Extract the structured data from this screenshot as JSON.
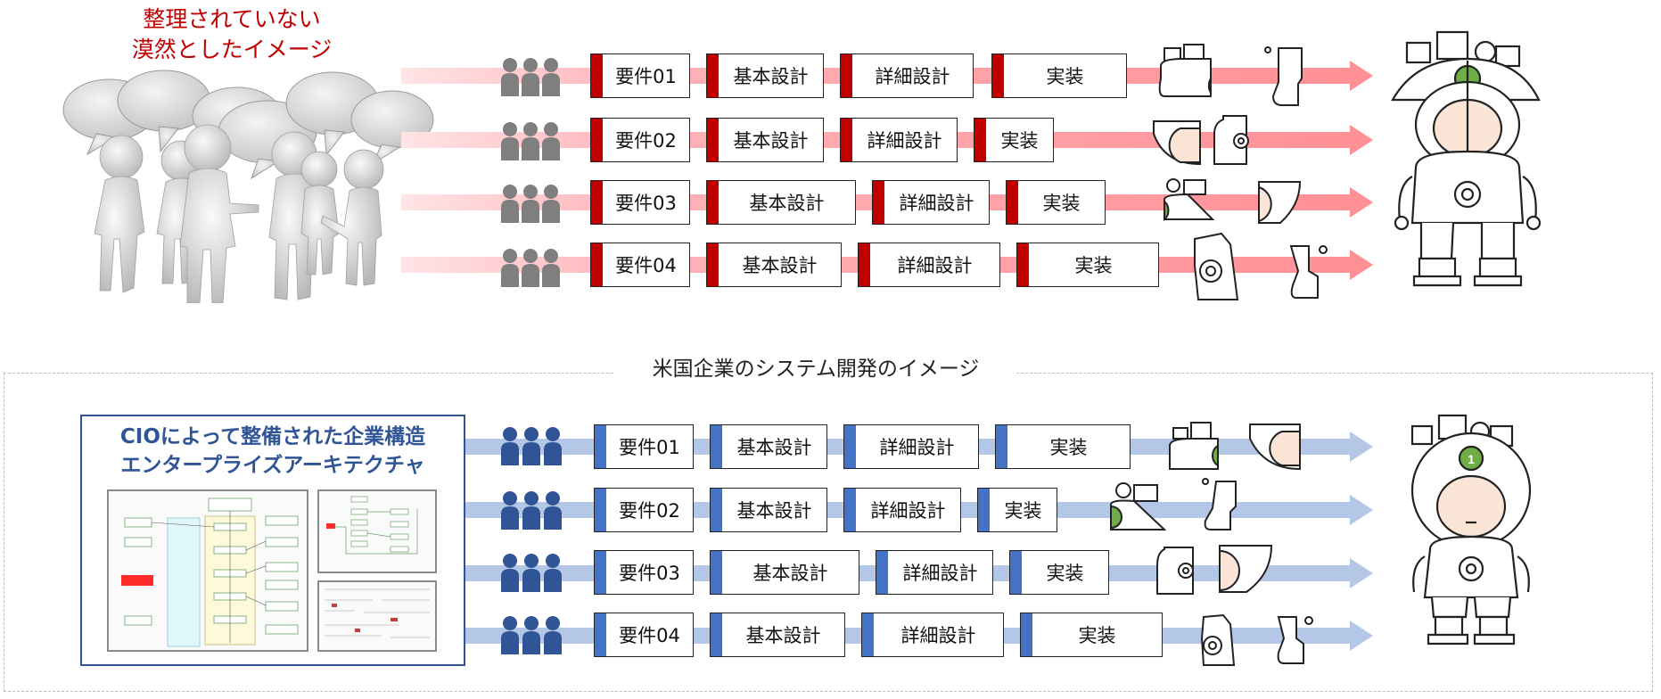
{
  "top": {
    "title_lines": [
      "整理されていない",
      "漠然としたイメージ"
    ],
    "rows": [
      {
        "req": "要件01",
        "basic": "基本設計",
        "detail": "詳細設計",
        "impl": "実装"
      },
      {
        "req": "要件02",
        "basic": "基本設計",
        "detail": "詳細設計",
        "impl": "実装"
      },
      {
        "req": "要件03",
        "basic": "基本設計",
        "detail": "詳細設計",
        "impl": "実装"
      },
      {
        "req": "要件04",
        "basic": "基本設計",
        "detail": "詳細設計",
        "impl": "実装"
      }
    ]
  },
  "bottom": {
    "section_title": "米国企業のシステム開発のイメージ",
    "ea_title_lines": [
      "CIOによって整備された企業構造",
      "エンタープライズアーキテクチャ"
    ],
    "badge_number": "1",
    "rows": [
      {
        "req": "要件01",
        "basic": "基本設計",
        "detail": "詳細設計",
        "impl": "実装"
      },
      {
        "req": "要件02",
        "basic": "基本設計",
        "detail": "詳細設計",
        "impl": "実装"
      },
      {
        "req": "要件03",
        "basic": "基本設計",
        "detail": "詳細設計",
        "impl": "実装"
      },
      {
        "req": "要件04",
        "basic": "基本設計",
        "detail": "詳細設計",
        "impl": "実装"
      }
    ]
  },
  "colors": {
    "red_accent": "#c00000",
    "blue_accent": "#4472c4",
    "red_arrow": "#ff8f95",
    "blue_arrow": "#b4c7e7",
    "people_gray": "#7f7f7f",
    "people_blue": "#2f5597",
    "badge_green": "#70ad47"
  },
  "icons": {
    "people": "three-people-icon",
    "robot": "robot-figure-icon",
    "crowd": "discussing-people-icon",
    "fragments": "robot-part-icon"
  }
}
